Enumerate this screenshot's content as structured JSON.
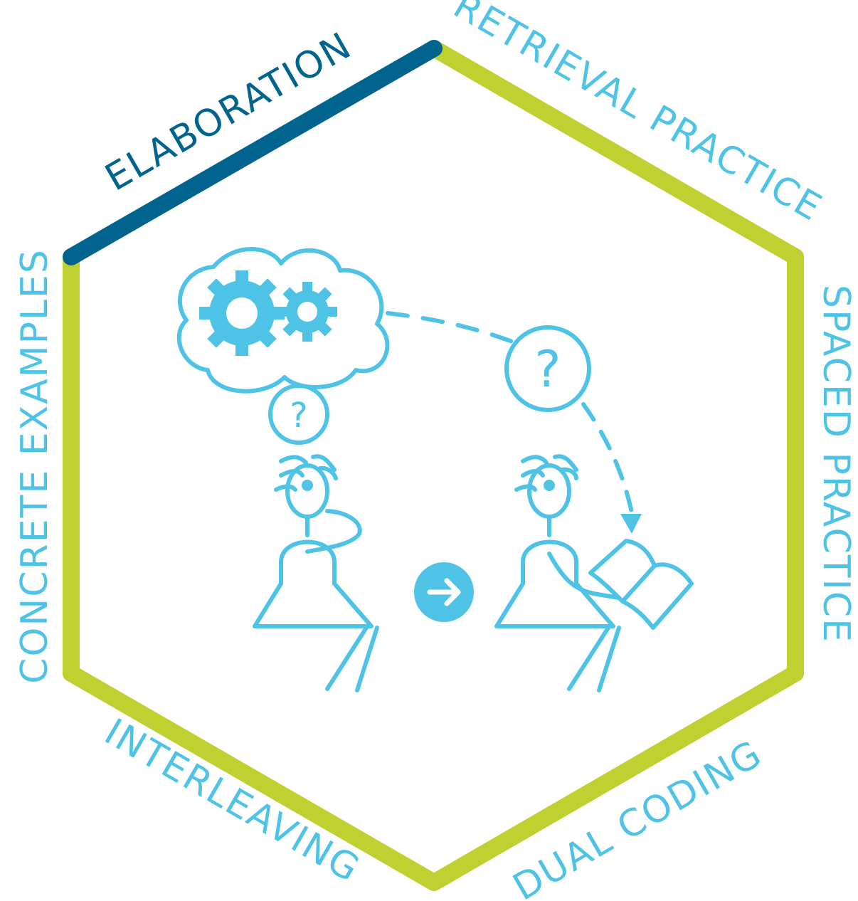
{
  "labels": {
    "top_left": "ELABORATION",
    "top_right": "RETRIEVAL PRACTICE",
    "right": "SPACED PRACTICE",
    "bottom_right": "DUAL CODING",
    "bottom_left": "INTERLEAVING",
    "left": "CONCRETE EXAMPLES"
  },
  "question_marks": {
    "left": "?",
    "right": "?"
  },
  "colors": {
    "hexagon_outline": "#c0d030",
    "highlighted_side": "#00648f",
    "illustration": "#4ec3e6",
    "background": "#ffffff"
  },
  "highlighted_side": "top_left",
  "icons": [
    "gear-icon",
    "thought-cloud-icon",
    "arrow-right-icon",
    "open-book-icon",
    "question-bubble-icon",
    "person-icon"
  ]
}
